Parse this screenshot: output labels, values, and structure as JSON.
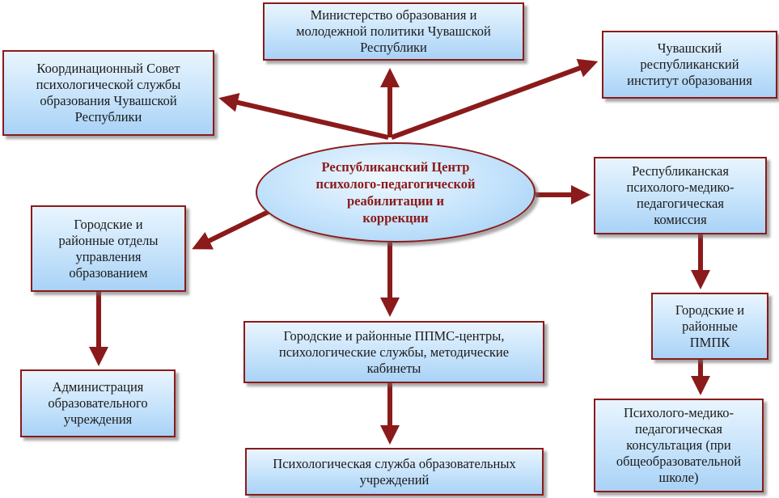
{
  "center": {
    "label": "Республиканский Центр\nпсихолого-педагогической\nреабилитации и\nкоррекции"
  },
  "nodes": {
    "ministry": "Министерство образования и\nмолодежной политики Чувашской\nРеспублики",
    "council": "Координационный Совет\nпсихологической службы\nобразования Чувашской\nРеспублики",
    "institute": "Чувашский\nреспубликанский\nинститут образования",
    "commission": "Республиканская\nпсихолого-медико-\nпедагогическая\nкомиссия",
    "city_departments": "Городские и\nрайонные отделы\nуправления\nобразованием",
    "ppms_centers": "Городские и районные ППМС-центры,\nпсихологические службы, методические\nкабинеты",
    "pmpk": "Городские и\nрайонные\nПМПК",
    "administration": "Администрация\nобразовательного\nучреждения",
    "psych_service": "Психологическая служба образовательных\nучреждений",
    "consultation": "Психолого-медико-\nпедагогическая\nконсультация (при\nобщеобразовательной\nшколе)"
  },
  "colors": {
    "arrow": "#8b1a1a",
    "border": "#8b1a1a",
    "box_fill": "#c6e3fb",
    "center_text": "#8b1a1a"
  }
}
